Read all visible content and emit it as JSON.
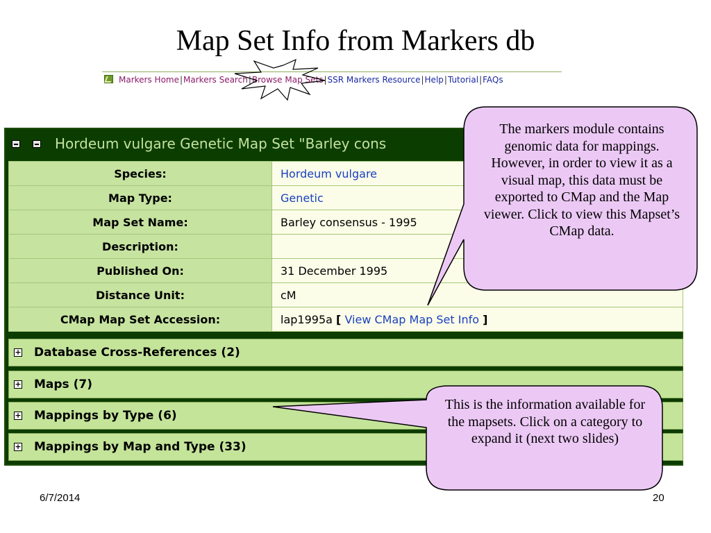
{
  "slide": {
    "title": "Map Set Info from Markers db",
    "date": "6/7/2014",
    "page_number": "20"
  },
  "nav": {
    "links": [
      "Markers Home",
      "Markers Search",
      "Browse Map Sets",
      "SSR Markers Resource",
      "Help",
      "Tutorial",
      "FAQs"
    ],
    "separator": "|"
  },
  "panel": {
    "title": "Hordeum vulgare Genetic Map Set \"Barley cons",
    "rows": [
      {
        "label": "Species:",
        "value": "Hordeum vulgare"
      },
      {
        "label": "Map Type:",
        "value": "Genetic"
      },
      {
        "label": "Map Set Name:",
        "value": "Barley consensus - 1995"
      },
      {
        "label": "Description:",
        "value": ""
      },
      {
        "label": "Published On:",
        "value": "31 December 1995"
      },
      {
        "label": "Distance Unit:",
        "value": "cM"
      },
      {
        "label": "CMap Map Set Accession:",
        "value": "lap1995a",
        "link_open": "[",
        "link_text": "View CMap Map Set Info",
        "link_close": "]"
      }
    ],
    "sections": [
      "Database Cross-References (2)",
      "Maps (7)",
      "Mappings by Type (6)",
      "Mappings by Map and Type (33)"
    ]
  },
  "callouts": {
    "top": "The markers module contains genomic data for mappings. However, in order to view it as a visual map, this data must be exported to CMap and the Map viewer. Click to view this Mapset’s CMap data.",
    "bottom": "This is the information available for the mapsets. Click on a category to expand it (next two slides)"
  },
  "colors": {
    "panel_header": "#0c3d00",
    "label_cell": "#c6e3a0",
    "value_cell": "#fbfde8",
    "section_bar": "#c4e49a",
    "callout_fill": "#ecc9f5",
    "link_blue": "#1a40c0"
  }
}
